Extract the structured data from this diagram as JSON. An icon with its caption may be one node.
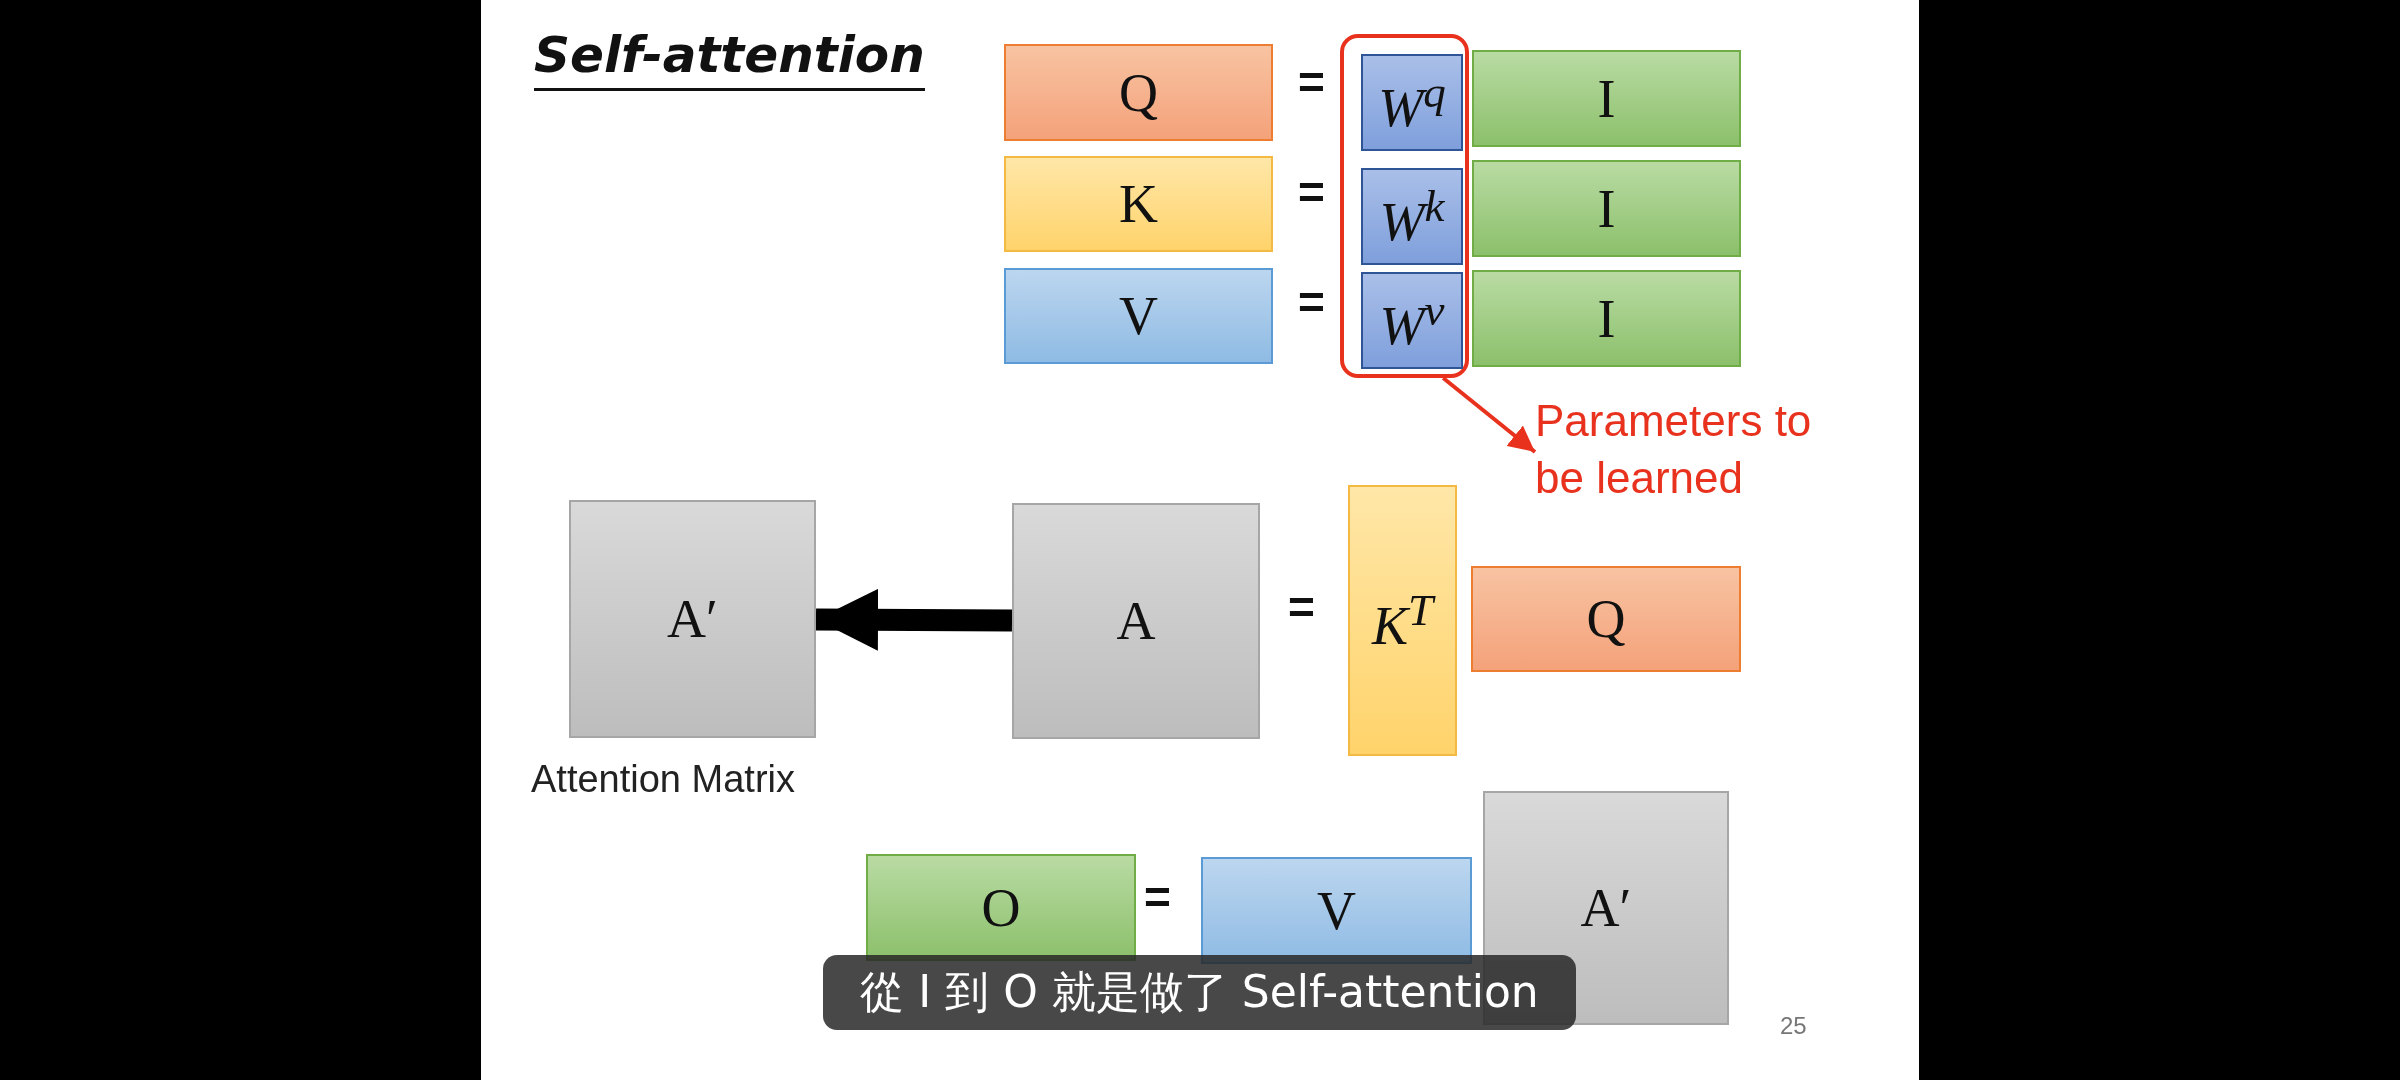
{
  "diagram": {
    "title": "Self-attention",
    "nodes": [
      {
        "text": [
          "Q"
        ]
      },
      {
        "text": [],
        "shape": "box"
      },
      {
        "text": [
          "W$^{q}$"
        ],
        "in": 1
      },
      {
        "text": [
          "I"
        ]
      },
      {
        "text": [
          "K"
        ]
      },
      {
        "text": [
          "W$^{k}$"
        ],
        "in": 1
      },
      {
        "text": [
          "I"
        ]
      },
      {
        "text": [
          "V"
        ]
      },
      {
        "text": [
          "W$^{v}$"
        ],
        "in": 1
      },
      {
        "text": [
          "I"
        ]
      },
      {
        "text": [
          "Parameters to be learned"
        ]
      },
      {
        "text": [
          "A′"
        ],
        "beside": [
          "Attention Matrix"
        ]
      },
      {
        "text": [
          "A"
        ]
      },
      {
        "text": [
          "K$^{T}$"
        ]
      },
      {
        "text": [
          "Q"
        ]
      },
      {
        "text": [
          "O"
        ]
      },
      {
        "text": [
          "V"
        ]
      },
      {
        "text": [
          "A′"
        ]
      }
    ],
    "edges": [
      {
        "from": 1,
        "to": 10,
        "arrow": "to",
        "color": "#e8321e"
      },
      {
        "from": 12,
        "to": 11,
        "arrow": "to",
        "style": "thick",
        "color": "#000000"
      }
    ],
    "labels": [
      "=",
      "=",
      "=",
      "=",
      "=",
      "從 I 到 O 就是做了 Self-attention",
      "25"
    ]
  }
}
